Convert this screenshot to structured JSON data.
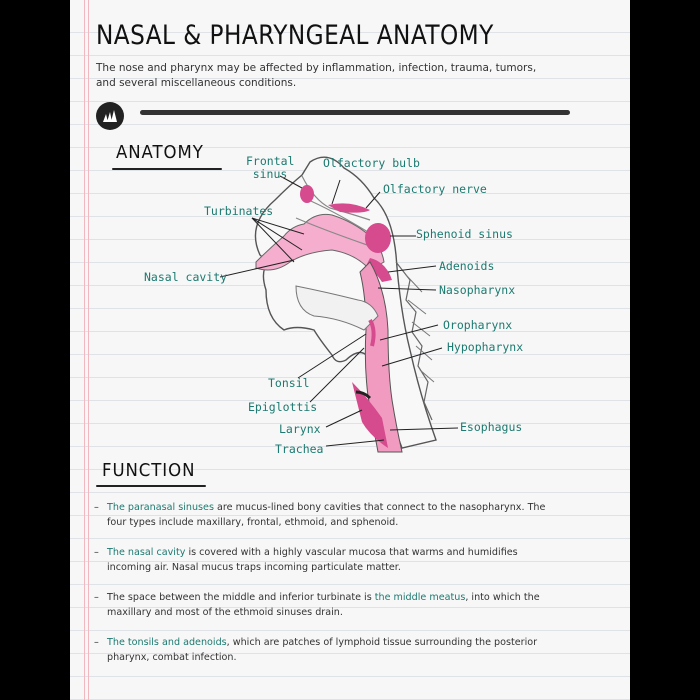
{
  "header": {
    "title": "NASAL & PHARYNGEAL ANATOMY",
    "intro": "The nose and pharynx may be affected by inflammation, infection, trauma, tumors, and several miscellaneous conditions."
  },
  "anatomy": {
    "heading": "ANATOMY",
    "labels": {
      "frontal_sinus_1": "Frontal",
      "frontal_sinus_2": "sinus",
      "olfactory_bulb": "Olfactory bulb",
      "olfactory_nerve": "Olfactory nerve",
      "turbinates": "Turbinates",
      "sphenoid_sinus": "Sphenoid sinus",
      "nasal_cavity": "Nasal cavity",
      "adenoids": "Adenoids",
      "nasopharynx": "Nasopharynx",
      "oropharynx": "Oropharynx",
      "hypopharynx": "Hypopharynx",
      "tonsil": "Tonsil",
      "epiglottis": "Epiglottis",
      "larynx": "Larynx",
      "esophagus": "Esophagus",
      "trachea": "Trachea"
    }
  },
  "function": {
    "heading": "FUNCTION",
    "items": [
      {
        "bullet": "–",
        "highlight": "The paranasal sinuses",
        "text_after": " are mucus-lined bony cavities that connect to the nasopharynx. The four types include maxillary, frontal, ethmoid, and sphenoid."
      },
      {
        "bullet": "–",
        "highlight": "The nasal cavity",
        "text_after": " is covered with a highly vascular mucosa that warms and humidifies incoming air. Nasal mucus traps incoming particulate matter."
      },
      {
        "bullet": "–",
        "text_before": "The space between the middle and inferior turbinate is ",
        "highlight": "the middle meatus",
        "text_after": ", into which the maxillary and most of the ethmoid sinuses drain."
      },
      {
        "bullet": "–",
        "highlight": "The tonsils and adenoids",
        "text_after": ", which are patches of lymphoid tissue surrounding the posterior pharynx, combat infection."
      }
    ]
  },
  "colors": {
    "label_teal": "#1d7a70",
    "tissue_pink": "#f29bc0",
    "tissue_magenta": "#d64a8e"
  }
}
